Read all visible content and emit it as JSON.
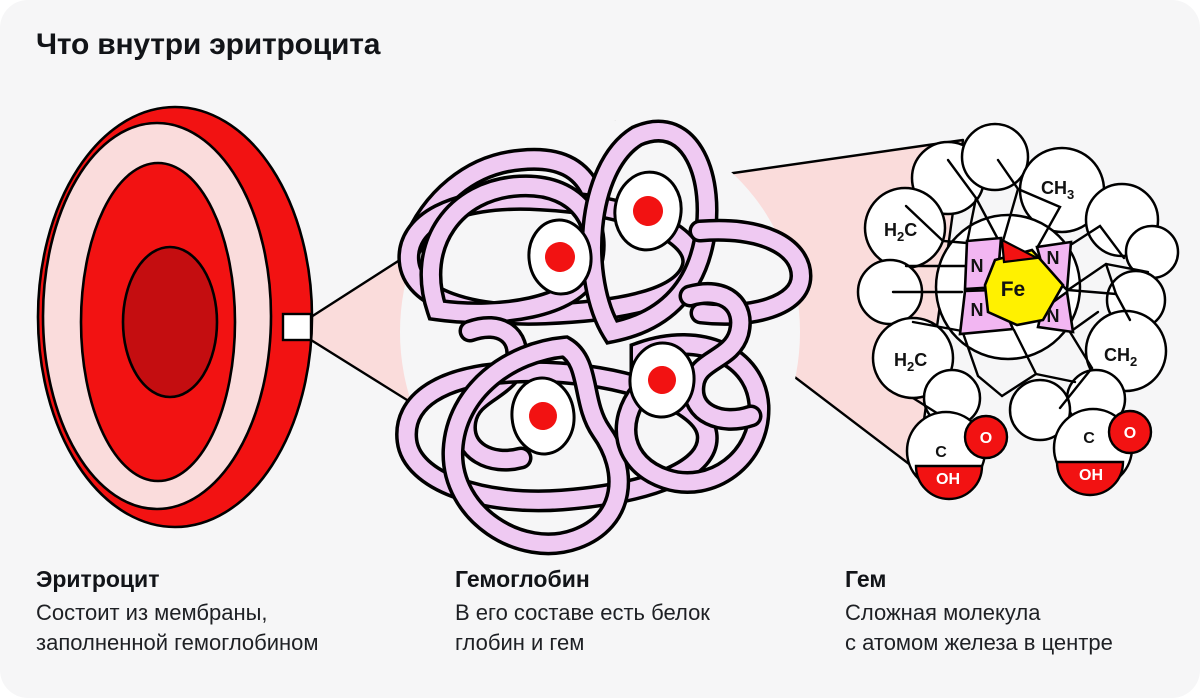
{
  "title": "Что внутри эритроцита",
  "captions": [
    {
      "heading": "Эритроцит",
      "line1": "Состоит из мембраны,",
      "line2": "заполненной гемоглобином"
    },
    {
      "heading": "Гемоглобин",
      "line1": "В его составе есть белок",
      "line2": "глобин и гем"
    },
    {
      "heading": "Гем",
      "line1": "Сложная молекула",
      "line2": "с атомом железа в центре"
    }
  ],
  "molecule": {
    "fe": "Fe",
    "n": "N",
    "ch3_main": "CH",
    "ch3_sub": "3",
    "ch2_main": "CH",
    "ch2_sub": "2",
    "h2c_h": "H",
    "h2c_sub": "2",
    "h2c_c": "C",
    "c": "C",
    "o": "O",
    "oh": "OH"
  },
  "colors": {
    "background": "#F6F6F7",
    "red": "#F21212",
    "dark_red": "#C40D10",
    "pink_membrane": "#FADCDC",
    "beam_pink": "#FADCDB",
    "tube_lilac": "#EFC9F2",
    "nitrogen_purple": "#F2B6F2",
    "iron_yellow": "#FFF100",
    "text": "#121418"
  }
}
